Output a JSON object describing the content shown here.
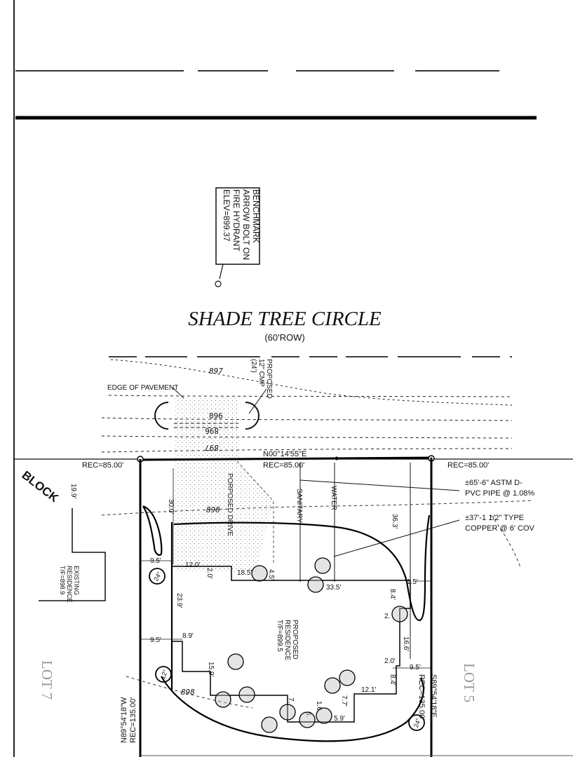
{
  "street": {
    "name": "SHADE TREE CIRCLE",
    "row": "(60'ROW)"
  },
  "benchmark": {
    "lines": [
      "BENCHMARK",
      "ARROW BOLT ON",
      "FIRE HYDRANT",
      "ELEV=899.37"
    ]
  },
  "labels": {
    "edge_of_pavement": "EDGE OF PAVEMENT",
    "proposed_cmp": [
      "PROPOSED",
      "12\" CMP",
      "(24')"
    ],
    "block": "BLOCK",
    "proposed_drive": "PORPOSED DRIVE",
    "sanitary": "SANITARY",
    "water": "WATER",
    "existing_residence": [
      "EXISTING",
      "RESIDENCE",
      "T/F=898.9"
    ],
    "proposed_residence": [
      "PROPOSED",
      "RESIDENCE",
      "T/F=899.5"
    ],
    "lot_left": "LOT 7",
    "lot_right": "LOT 5"
  },
  "bearings": {
    "north": "N00°14'55\"E",
    "east": "S89°54'18\"E",
    "west": "N89°54'18\"W"
  },
  "records": {
    "north_left": "REC=85.00'",
    "north_center": "REC=85.00'",
    "north_right": "REC=85.00'",
    "east": "REC=135.00'",
    "west": "REC=135.00'"
  },
  "contours": [
    "897",
    "896",
    "896",
    "897",
    "898",
    "898"
  ],
  "pipes": {
    "drainage": [
      "±65'-6\" ASTM D-",
      "PVC PIPE @ 1.08%"
    ],
    "water": [
      "±37'-1 1/2\" TYPE",
      "COPPER @ 6' COV"
    ]
  },
  "dimensions": [
    "19.9'",
    "30.0'",
    "9.5'",
    "12.0'",
    "2.0'",
    "18.5'",
    "4.5'",
    "33.5'",
    "36.3'",
    "1.5'",
    "8.4'",
    "2.",
    "23.9'",
    "9.5'",
    "8.9'",
    "16.6'",
    "15.9'",
    "2.0'",
    "9.5'",
    "8.4'",
    "12.1'",
    "7.7'",
    "1.6",
    "5.9'",
    "7.",
    "6."
  ],
  "trees": [
    "24\"",
    "12\"",
    "24\""
  ]
}
